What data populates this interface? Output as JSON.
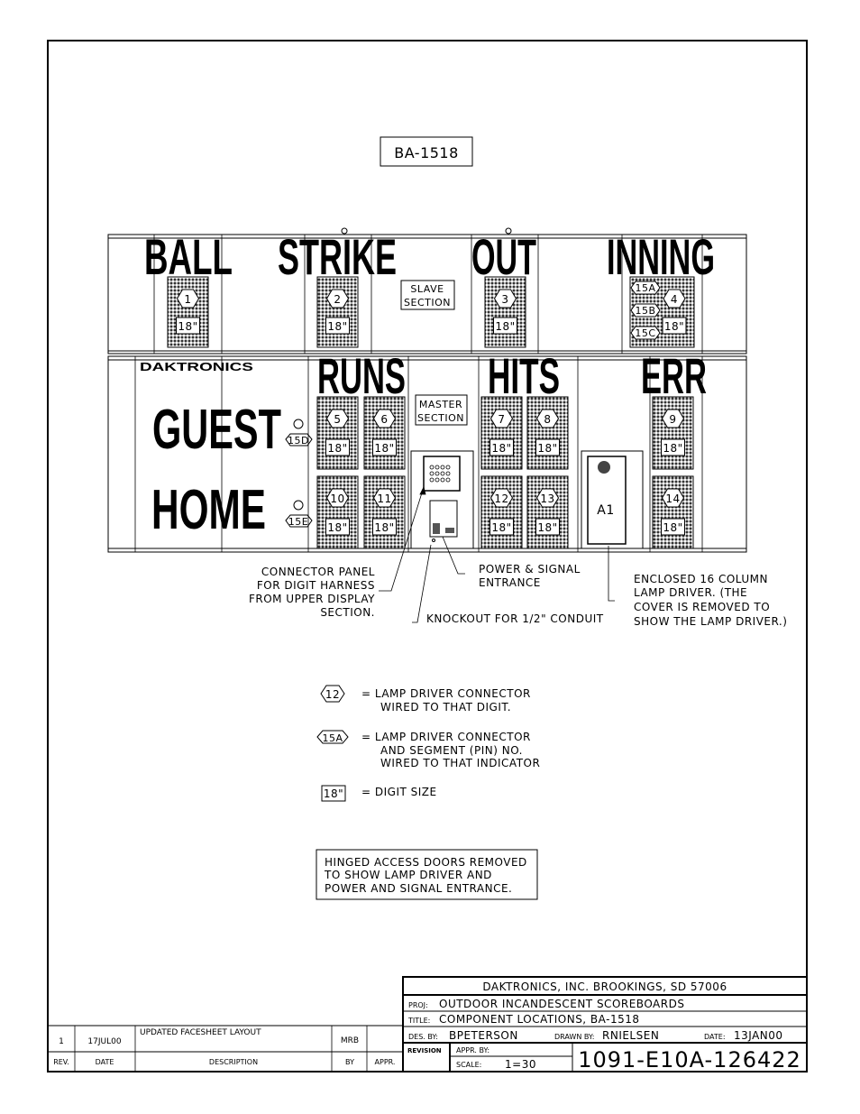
{
  "model_label": "BA-1518",
  "board": {
    "headings": {
      "ball": "BALL",
      "strike": "STRIKE",
      "out": "OUT",
      "inning": "INNING",
      "runs": "RUNS",
      "hits": "HITS",
      "err": "ERR",
      "guest": "GUEST",
      "home": "HOME"
    },
    "brand": "DAKTRONICS",
    "slave_section": [
      "SLAVE",
      "SECTION"
    ],
    "master_section": [
      "MASTER",
      "SECTION"
    ],
    "digit_size": "18\"",
    "digits": [
      "1",
      "2",
      "3",
      "4",
      "5",
      "6",
      "7",
      "8",
      "9",
      "10",
      "11",
      "12",
      "13",
      "14"
    ],
    "indicators": [
      "15A",
      "15B",
      "15C",
      "15D",
      "15E"
    ],
    "lamp_driver": "A1"
  },
  "callouts": {
    "connector_panel": [
      "CONNECTOR PANEL",
      "FOR DIGIT HARNESS",
      "FROM UPPER DISPLAY",
      "SECTION."
    ],
    "power_signal": [
      "POWER & SIGNAL",
      "ENTRANCE"
    ],
    "knockout": "KNOCKOUT FOR 1/2\" CONDUIT",
    "lamp_driver": [
      "ENCLOSED 16 COLUMN",
      "LAMP DRIVER.  (THE",
      "COVER IS REMOVED TO",
      "SHOW THE LAMP DRIVER.)"
    ]
  },
  "legend": [
    {
      "symbol": "12",
      "text": [
        "= LAMP DRIVER CONNECTOR",
        "WIRED TO THAT DIGIT."
      ]
    },
    {
      "symbol": "15A",
      "text": [
        "= LAMP DRIVER CONNECTOR",
        "AND SEGMENT (PIN) NO.",
        "WIRED TO THAT INDICATOR"
      ]
    },
    {
      "symbol": "18\"",
      "text": [
        "= DIGIT SIZE"
      ]
    }
  ],
  "note": [
    "HINGED ACCESS DOORS REMOVED",
    "TO SHOW LAMP DRIVER AND",
    "POWER AND SIGNAL ENTRANCE."
  ],
  "revision_table": {
    "rows": [
      {
        "rev": "1",
        "date": "17JUL00",
        "description": "UPDATED FACESHEET LAYOUT",
        "by": "MRB",
        "appr": ""
      }
    ],
    "headers": {
      "rev": "REV.",
      "date": "DATE",
      "description": "DESCRIPTION",
      "by": "BY",
      "appr": "APPR."
    }
  },
  "title_block": {
    "company": "DAKTRONICS, INC.   BROOKINGS, SD 57006",
    "proj_label": "PROJ:",
    "proj": "OUTDOOR INCANDESCENT SCOREBOARDS",
    "title_label": "TITLE:",
    "title": "COMPONENT LOCATIONS, BA-1518",
    "des_label": "DES. BY:",
    "des": "BPETERSON",
    "drawn_label": "DRAWN BY:",
    "drawn": "RNIELSEN",
    "date_label": "DATE:",
    "date": "13JAN00",
    "revision_label": "REVISION",
    "appr_label": "APPR. BY:",
    "scale_label": "SCALE:",
    "scale": "1=30",
    "drawing_number": "1091-E10A-126422"
  }
}
